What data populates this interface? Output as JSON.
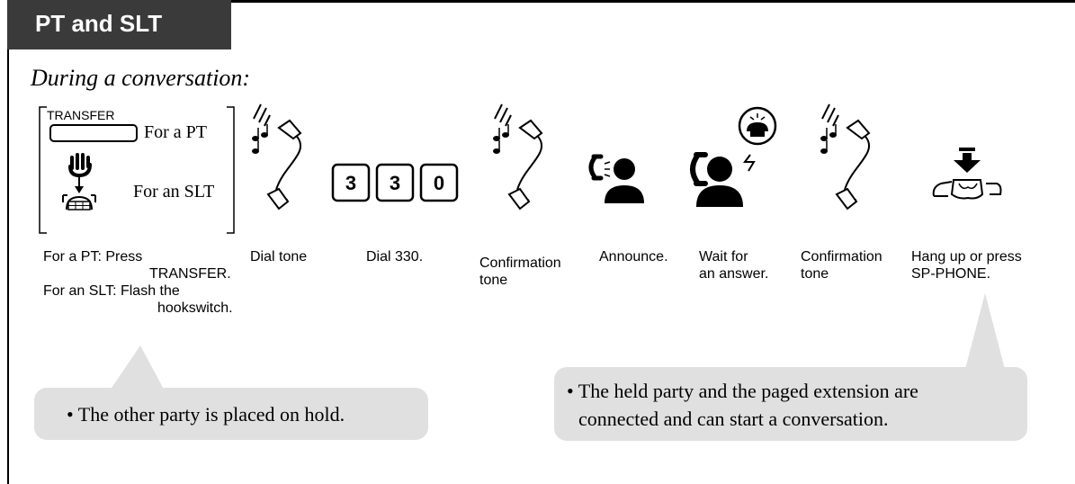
{
  "header": {
    "title": "PT and SLT"
  },
  "intro": "During a conversation:",
  "bracket": {
    "transfer_key": "TRANSFER",
    "for_pt": "For a PT",
    "for_slt": "For an SLT"
  },
  "dial_keys": [
    "3",
    "3",
    "0"
  ],
  "steps": {
    "press_line1": "For a PT: Press",
    "press_line2": "TRANSFER.",
    "flash_line1": "For an SLT: Flash the",
    "flash_line2": "hookswitch.",
    "dial_tone": "Dial tone",
    "dial": "Dial 330.",
    "confirm1_line1": "Confirmation",
    "confirm1_line2": "tone",
    "announce": "Announce.",
    "wait_line1": "Wait for",
    "wait_line2": "an answer.",
    "confirm2_line1": "Confirmation",
    "confirm2_line2": "tone",
    "hangup_line1": "Hang up or press",
    "hangup_line2": "SP-PHONE."
  },
  "notes": {
    "hold": "• The other party is placed on hold.",
    "connected_line1": "• The held party and the paged extension are",
    "connected_line2": "connected and can start a conversation."
  },
  "icons": [
    "transfer-key-icon",
    "phone-hook-icon",
    "handset-with-tone-icon",
    "dial-keys-icon",
    "handset-with-tone-icon",
    "announce-icon",
    "wait-answer-icon",
    "handset-with-tone-icon",
    "hang-up-icon"
  ]
}
